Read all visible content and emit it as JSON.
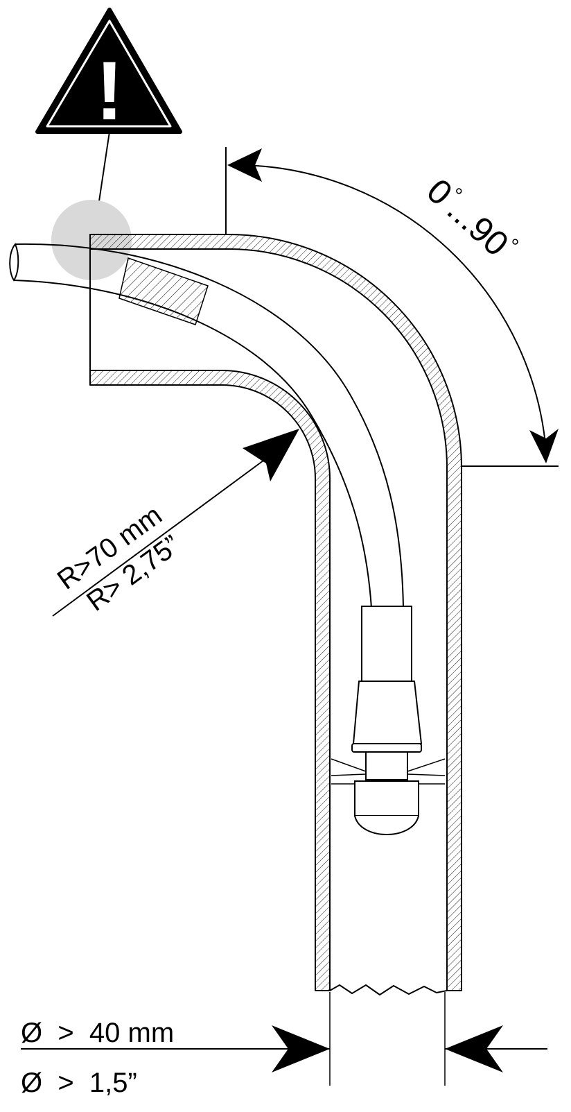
{
  "warning": {
    "icon": "warning-triangle-exclamation-icon",
    "glyph": "!"
  },
  "angle_range": {
    "start": "0",
    "separator": "...",
    "end": "90",
    "unit": "°"
  },
  "bend_radius": {
    "metric": "R>70 mm",
    "imperial": "R> 2,75”"
  },
  "pipe_diameter": {
    "metric": "Ø  >  40 mm",
    "imperial": "Ø  >  1,5”"
  },
  "colors": {
    "ink": "#000000",
    "paper": "#ffffff",
    "highlight": "#d9d9d9"
  }
}
